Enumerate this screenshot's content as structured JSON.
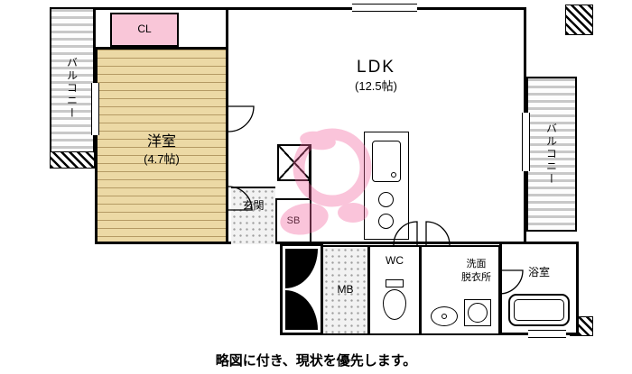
{
  "meta": {
    "caption": "略図に付き、現状を優先します。"
  },
  "rooms": {
    "ldk": {
      "name": "LDK",
      "size": "(12.5帖)"
    },
    "western": {
      "name": "洋室",
      "size": "(4.7帖)"
    },
    "closet": {
      "label": "CL"
    },
    "balcony_left": {
      "label": "バルコニー"
    },
    "balcony_right": {
      "label": "バルコニー"
    },
    "entrance": {
      "label": "玄関"
    },
    "shoebox": {
      "label": "SB"
    },
    "meterbox": {
      "label": "MB"
    },
    "toilet": {
      "label": "WC"
    },
    "washroom": {
      "line1": "洗面",
      "line2": "脱衣所"
    },
    "bathroom": {
      "label": "浴室"
    }
  }
}
